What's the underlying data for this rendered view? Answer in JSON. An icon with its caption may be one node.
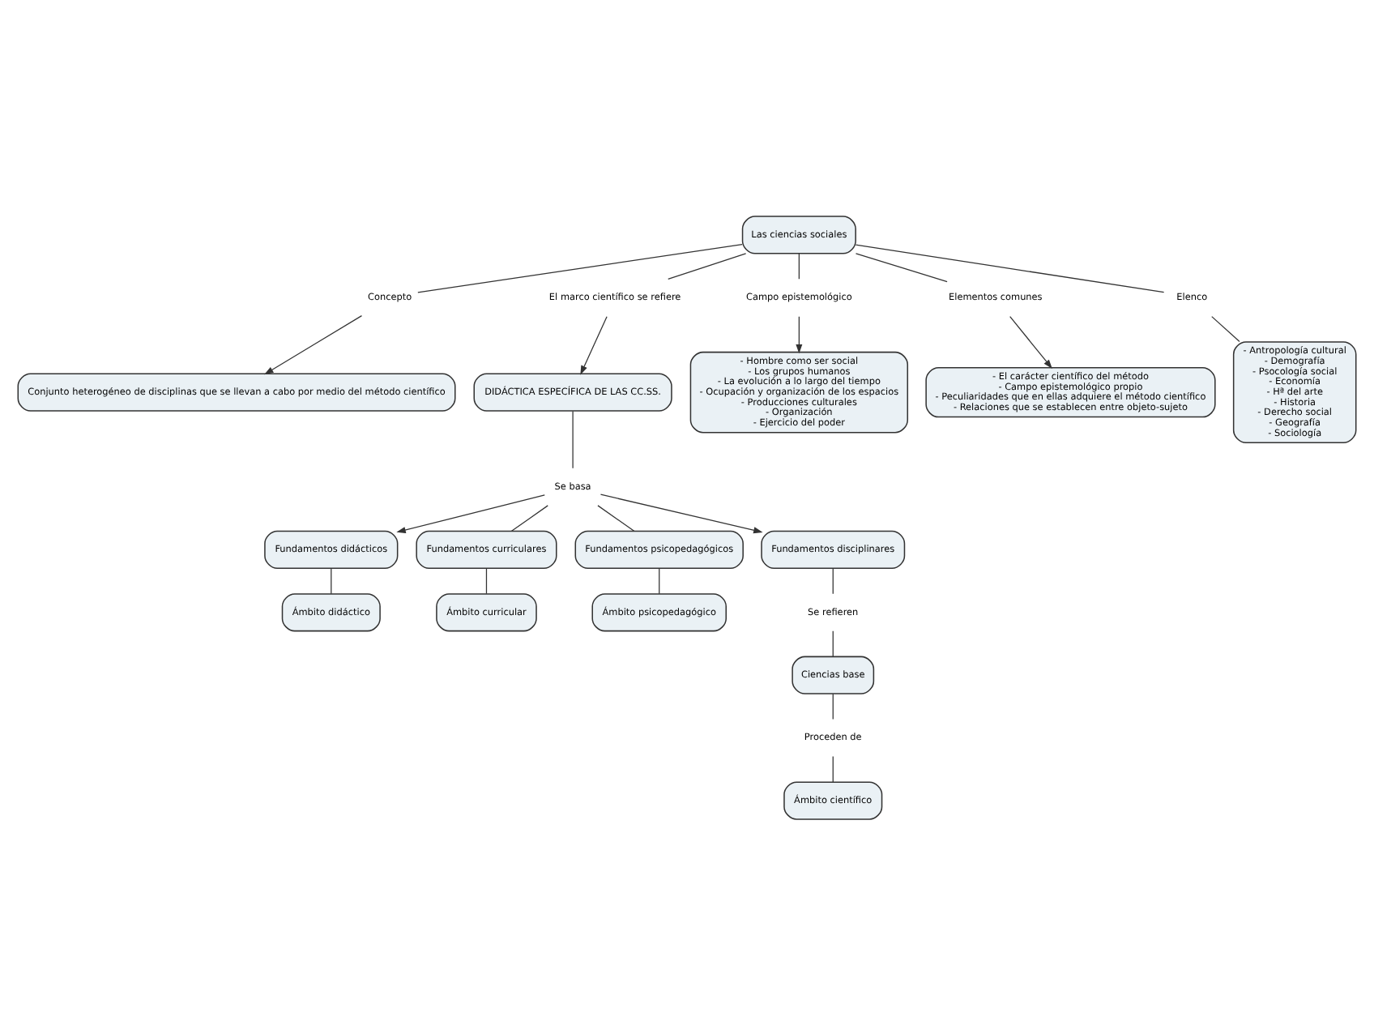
{
  "diagram": {
    "nodes": [
      {
        "text": [
          "Conjunto heterogéneo de disciplinas que se llevan a cabo por medio del método científico"
        ]
      },
      {
        "text": [
          "- Hombre como ser social",
          "- Los grupos humanos",
          "- La evolución a lo largo del tiempo",
          "- Ocupación y organización de los espacios",
          "- Producciones culturales",
          "- Organización",
          "- Ejercicio del poder"
        ]
      },
      {
        "text": [
          "Concepto"
        ]
      },
      {
        "text": [
          "DIDÁCTICA ESPECÍFICA DE LAS CC.SS."
        ]
      },
      {
        "text": [
          "El marco científico se refiere"
        ]
      },
      {
        "text": [
          "Las ciencias sociales"
        ]
      },
      {
        "text": [
          "Campo epistemológico"
        ]
      },
      {
        "text": [
          "Elementos comunes"
        ]
      },
      {
        "text": [
          "- El carácter científico del método",
          "- Campo epistemológico propio",
          "- Peculiaridades que en ellas adquiere el método científico",
          "- Relaciones que se establecen entre objeto-sujeto"
        ]
      },
      {
        "text": [
          "Elenco"
        ]
      },
      {
        "text": [
          "Se basa"
        ]
      },
      {
        "text": [
          "Fundamentos didácticos"
        ]
      },
      {
        "text": [
          "Fundamentos curriculares"
        ]
      },
      {
        "text": [
          "Fundamentos psicopedagógicos"
        ]
      },
      {
        "text": [
          "Fundamentos disciplinares"
        ]
      },
      {
        "text": [
          "- Antropología cultural",
          "- Demografía",
          "- Psocología social",
          "- Economía",
          "- Hª del arte",
          "- Historia",
          "- Derecho social",
          "- Geografía",
          "- Sociología"
        ]
      },
      {
        "text": [
          "Se refieren"
        ]
      },
      {
        "text": [
          "Ciencias base"
        ]
      },
      {
        "text": [
          "Proceden de"
        ]
      },
      {
        "text": [
          "Ámbito didáctico"
        ]
      },
      {
        "text": [
          "Ámbito curricular"
        ]
      },
      {
        "text": [
          "Ámbito psicopedagógico"
        ]
      },
      {
        "text": [
          "Ámbito científico"
        ]
      }
    ],
    "edges": [
      {
        "from": 5,
        "to": 2,
        "arrow": "none"
      },
      {
        "from": 2,
        "to": 0,
        "arrow": "to"
      },
      {
        "from": 5,
        "to": 6,
        "arrow": "none"
      },
      {
        "from": 6,
        "to": 1,
        "arrow": "to"
      },
      {
        "from": 5,
        "to": 7,
        "arrow": "none"
      },
      {
        "from": 7,
        "to": 8,
        "arrow": "to"
      },
      {
        "from": 5,
        "to": 9,
        "arrow": "none"
      },
      {
        "from": 9,
        "to": 15,
        "arrow": "none"
      },
      {
        "from": 5,
        "to": 4,
        "arrow": "none"
      },
      {
        "from": 4,
        "to": 3,
        "arrow": "to"
      },
      {
        "from": 3,
        "to": 10,
        "arrow": "none"
      },
      {
        "from": 10,
        "to": 11,
        "arrow": "to"
      },
      {
        "from": 10,
        "to": 12,
        "arrow": "none"
      },
      {
        "from": 10,
        "to": 13,
        "arrow": "none"
      },
      {
        "from": 10,
        "to": 14,
        "arrow": "to"
      },
      {
        "from": 11,
        "to": 19,
        "arrow": "none"
      },
      {
        "from": 12,
        "to": 20,
        "arrow": "none"
      },
      {
        "from": 13,
        "to": 21,
        "arrow": "none"
      },
      {
        "from": 14,
        "to": 16,
        "arrow": "none"
      },
      {
        "from": 16,
        "to": 17,
        "arrow": "none"
      },
      {
        "from": 17,
        "to": 18,
        "arrow": "none"
      },
      {
        "from": 18,
        "to": 22,
        "arrow": "none"
      }
    ]
  }
}
